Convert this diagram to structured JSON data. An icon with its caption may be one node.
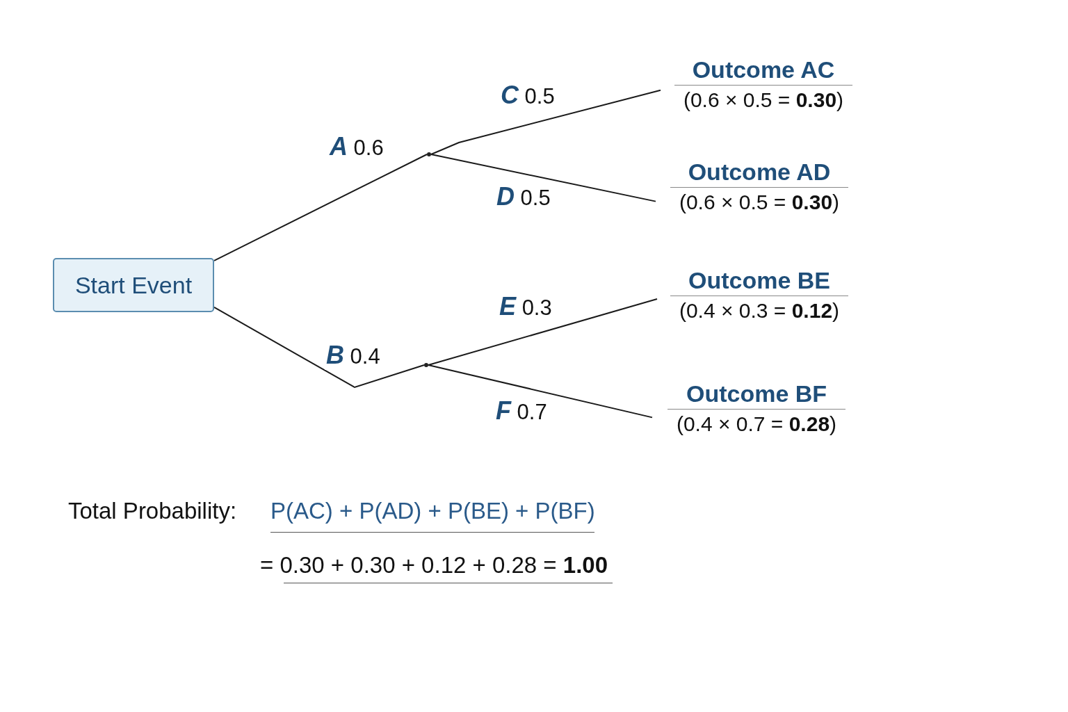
{
  "diagram": {
    "nodes": [
      {
        "text": [
          "Start Event"
        ]
      },
      {
        "text": [],
        "shape": "point"
      },
      {
        "text": [
          "Outcome AC",
          "(0.6 × 0.5 = **0.30**)"
        ]
      },
      {
        "text": [
          "Outcome AD",
          "(0.6 × 0.5 = **0.30**)"
        ]
      },
      {
        "text": [],
        "shape": "point"
      },
      {
        "text": [
          "Outcome BE",
          "(0.4 × 0.3 = **0.12**)"
        ]
      },
      {
        "text": [
          "Outcome BF",
          "(0.4 × 0.7 = **0.28**)"
        ]
      }
    ],
    "edges": [
      {
        "from": 0,
        "to": 1,
        "arrow": "none",
        "label": "*A* 0.6"
      },
      {
        "from": 1,
        "to": 2,
        "arrow": "none",
        "label": "*C* 0.5"
      },
      {
        "from": 1,
        "to": 3,
        "arrow": "none",
        "label": "*D* 0.5"
      },
      {
        "from": 0,
        "to": 4,
        "arrow": "none",
        "label": "*B* 0.4"
      },
      {
        "from": 4,
        "to": 5,
        "arrow": "none",
        "label": "*E* 0.3"
      },
      {
        "from": 4,
        "to": 6,
        "arrow": "none",
        "label": "*F* 0.7"
      }
    ],
    "labels": [
      "Total Probability:",
      "P(AC) + P(AD) + P(BE) + P(BF)",
      "= 0.30 + 0.30 + 0.12 + 0.28 = **1.00**"
    ]
  }
}
